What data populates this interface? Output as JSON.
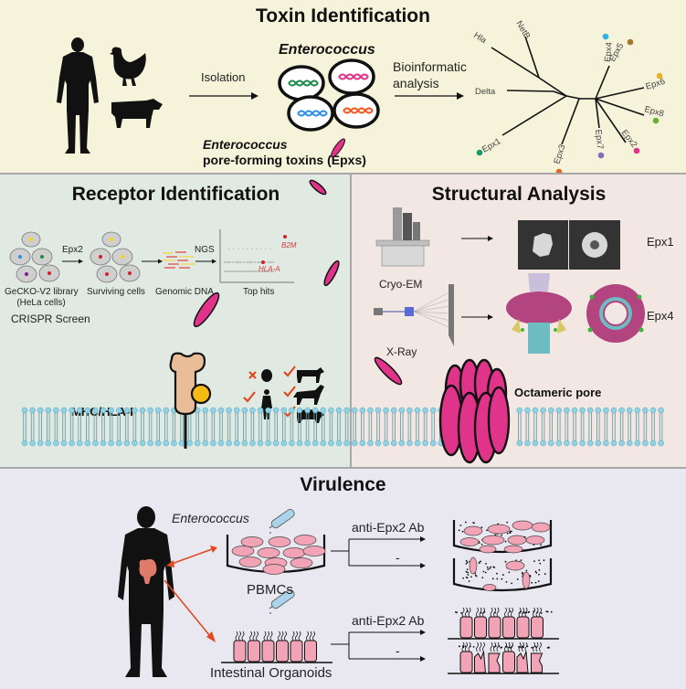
{
  "toxin_identification": {
    "title": "Toxin Identification",
    "sources": [
      "human-icon",
      "chicken-icon",
      "cow-icon"
    ],
    "isolation_label": "Isolation",
    "bacteria_label": "Enterococcus",
    "bioinformatic_label_line1": "Bioinformatic",
    "bioinformatic_label_line2": "analysis",
    "epx_label_line1": "Enterococcus",
    "epx_label_line2": "pore-forming toxins (Epxs)",
    "tree_leaves": [
      {
        "name": "NetB",
        "color": null
      },
      {
        "name": "Hla",
        "color": null
      },
      {
        "name": "Delta",
        "color": null
      },
      {
        "name": "Epx1",
        "color": "#1b9a6b"
      },
      {
        "name": "Epx3",
        "color": "#e06a21"
      },
      {
        "name": "Epx7",
        "color": "#7e6fb8"
      },
      {
        "name": "Epx2",
        "color": "#e0338a"
      },
      {
        "name": "Epx8",
        "color": "#6aae32"
      },
      {
        "name": "Epx6",
        "color": "#e9b128"
      },
      {
        "name": "Epx5",
        "color": "#a6762a"
      },
      {
        "name": "Epx4",
        "color": "#33b1e8"
      }
    ]
  },
  "receptor_identification": {
    "title": "Receptor Identification",
    "library_label_line1": "GeCKO-V2 library",
    "library_label_line2": "(HeLa cells)",
    "treatment_label": "Epx2",
    "surviving_label": "Surviving cells",
    "genomic_label": "Genomic DNA",
    "ngs_label": "NGS",
    "tophits_label": "Top hits",
    "hit1": "B2M",
    "hit2": "HLA-A",
    "screen_label": "CRISPR Screen",
    "receptor_label": "MHC/HLA-I",
    "species_sensitivity": [
      {
        "species": "mouse",
        "susceptible": false
      },
      {
        "species": "human",
        "susceptible": true
      },
      {
        "species": "cow",
        "susceptible": true
      },
      {
        "species": "horse",
        "susceptible": true
      },
      {
        "species": "pig",
        "susceptible": true
      }
    ]
  },
  "structural_analysis": {
    "title": "Structural Analysis",
    "cryo_label": "Cryo-EM",
    "xray_label": "X-Ray",
    "epx1_label": "Epx1",
    "epx4_label": "Epx4",
    "pore_label": "Octameric pore"
  },
  "virulence": {
    "title": "Virulence",
    "bacteria_label": "Enterococcus",
    "pbmc_label": "PBMCs",
    "organoid_label": "Intestinal Organoids",
    "antibody_label_1": "anti-Epx2 Ab",
    "control_label_1": "-",
    "antibody_label_2": "anti-Epx2 Ab",
    "control_label_2": "-"
  },
  "colors": {
    "toxin": "#e0338a",
    "arrow_red": "#e2491f",
    "membrane": "#8fd3e6",
    "cell_pink": "#f2a3b6",
    "mhc": "#e9bd98",
    "b2m": "#f5bb12"
  }
}
